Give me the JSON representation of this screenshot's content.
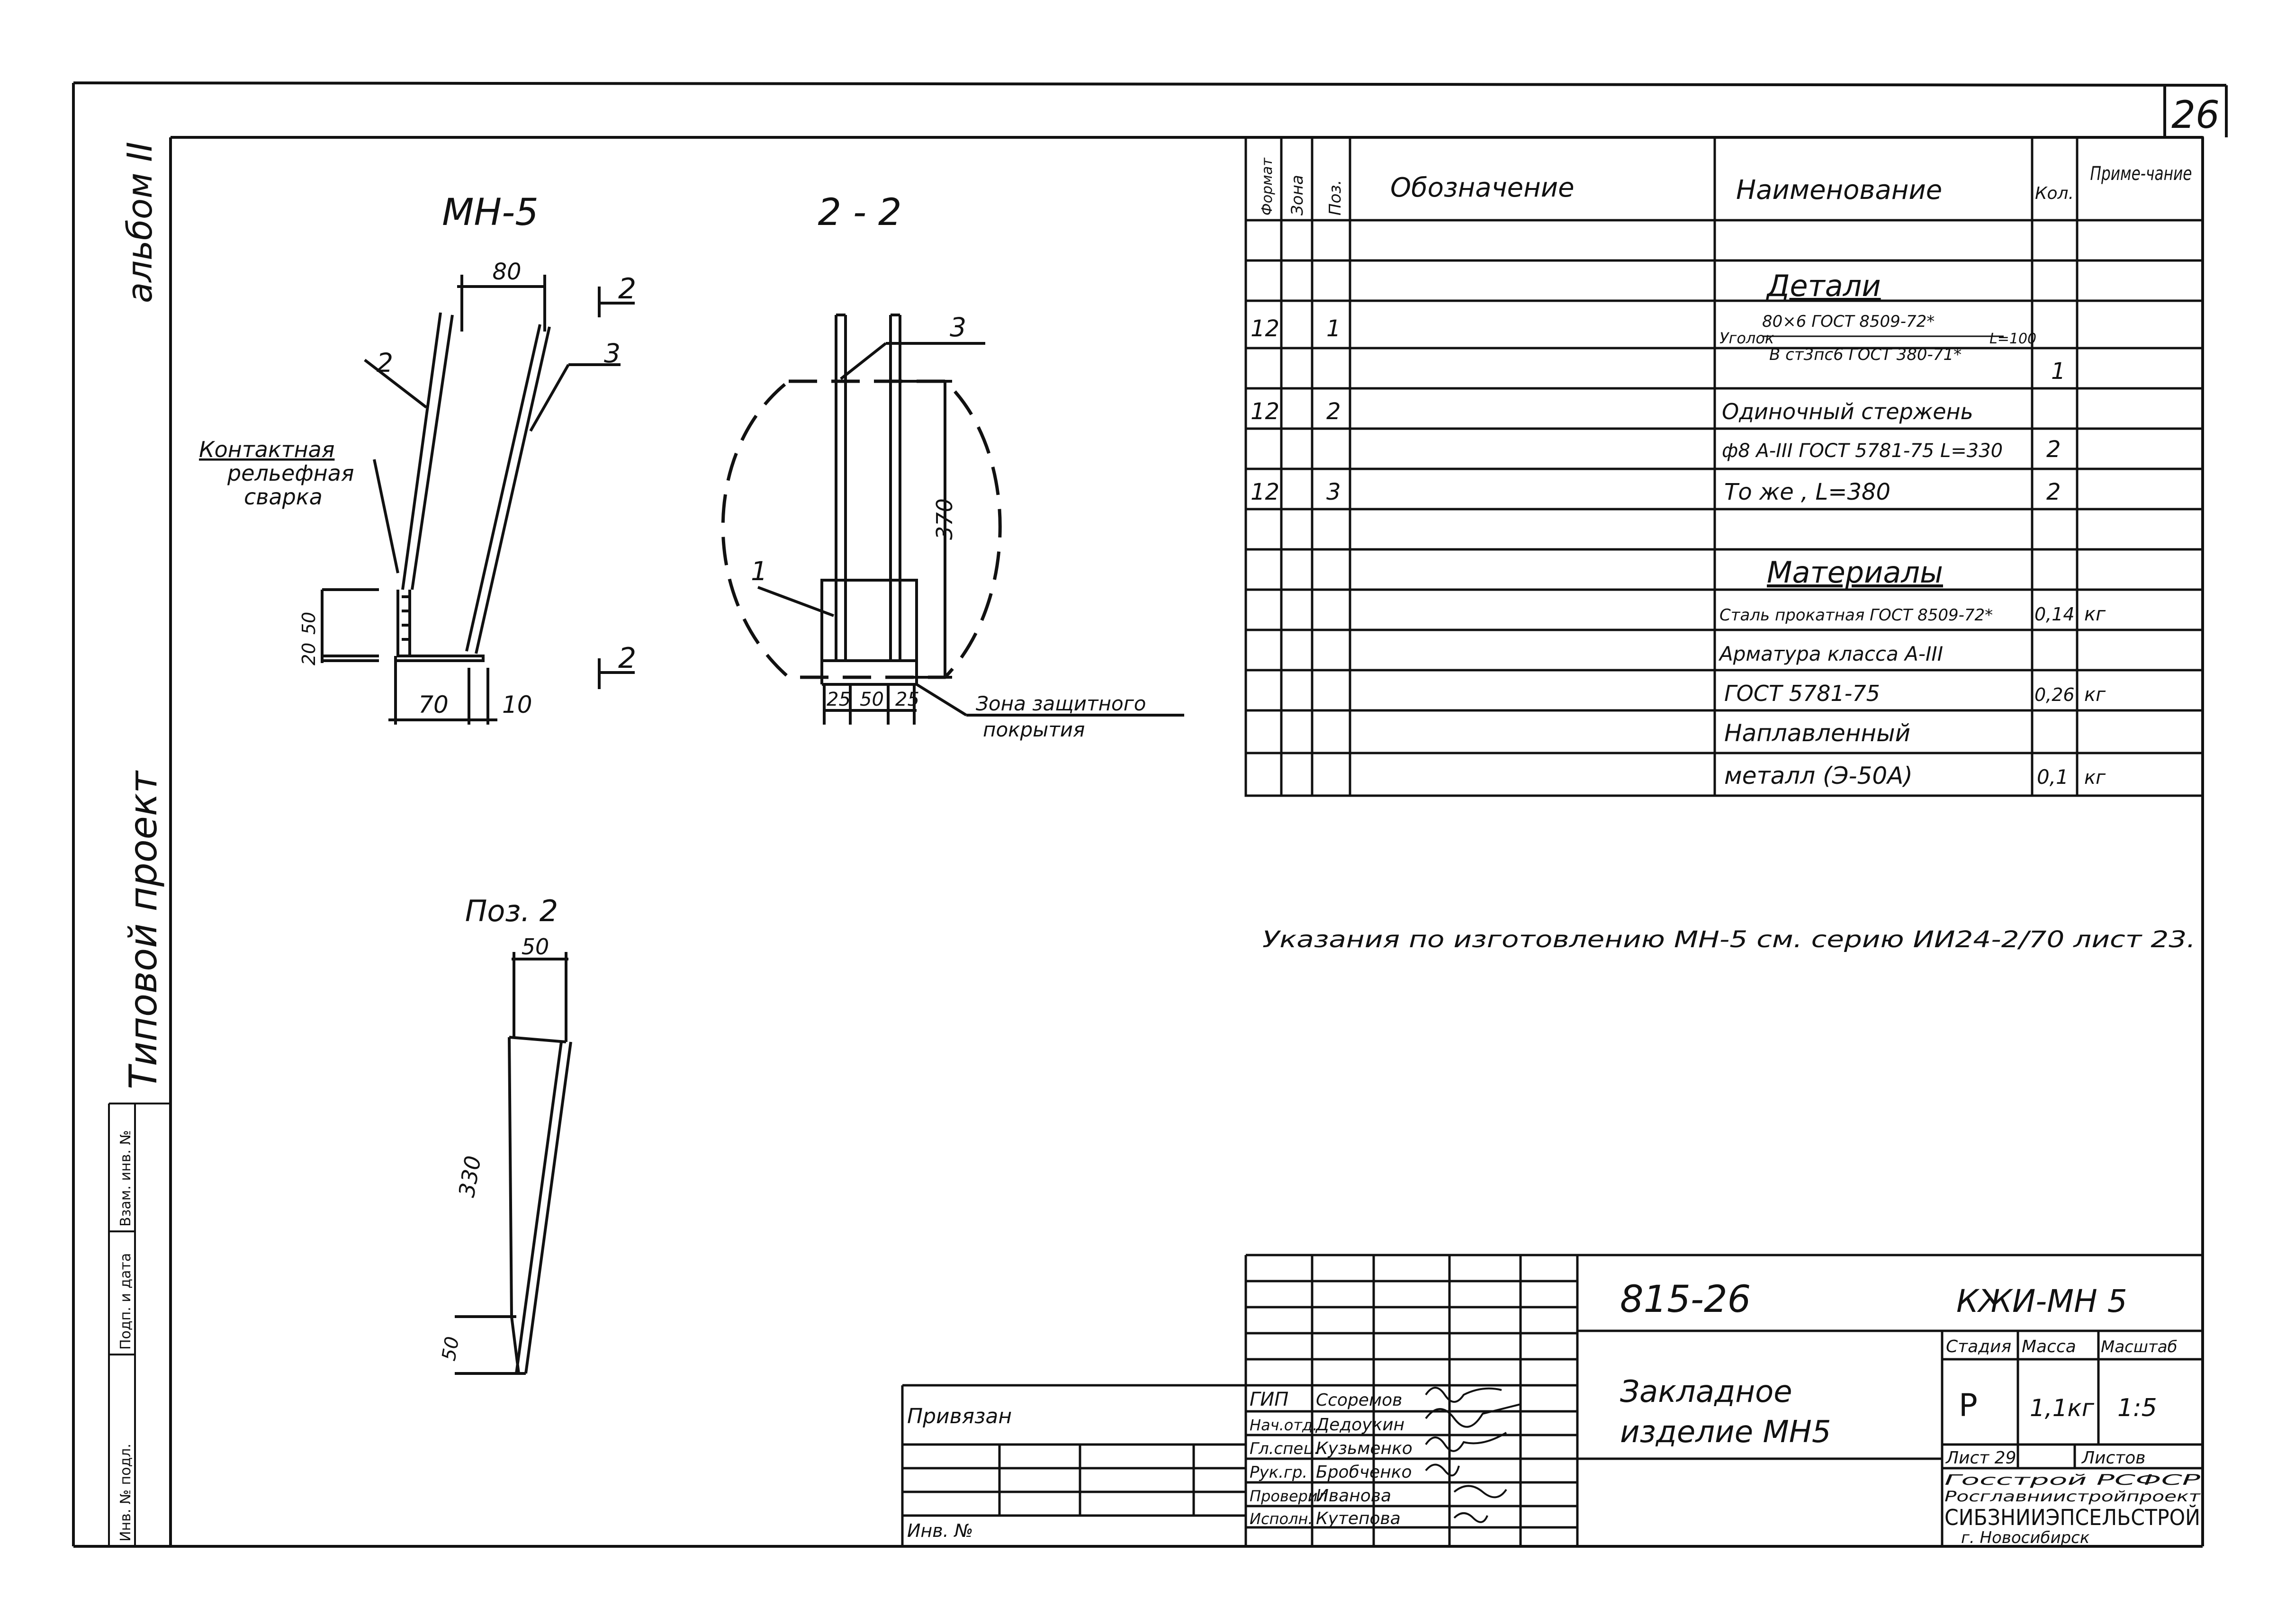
{
  "sheet_number": "26",
  "side_labels": {
    "album": "альбом II",
    "typical_project": "Типовой проект",
    "side_cells": [
      "Инв. № подл.",
      "Подп. и дата",
      "Взам. инв. №"
    ]
  },
  "drawings": {
    "mn5": {
      "title": "МН-5",
      "dims": {
        "d80": "80",
        "d70": "70",
        "d10": "10",
        "d20": "20",
        "d50": "50"
      },
      "pos_labels": {
        "p2": "2",
        "p3": "3"
      },
      "section_marks": {
        "top": "2",
        "bottom": "2"
      },
      "welding_note": [
        "Контактная",
        "рельефная",
        "сварка"
      ]
    },
    "section22": {
      "title": "2 - 2",
      "dims": {
        "d25a": "25",
        "d50": "50",
        "d25b": "25",
        "d370": "370"
      },
      "pos_labels": {
        "p1": "1",
        "p3": "3"
      },
      "zone_note": [
        "Зона защитного",
        "покрытия"
      ]
    },
    "pos2": {
      "title": "Поз. 2",
      "dims": {
        "d50top": "50",
        "d330": "330",
        "d50bot": "50"
      }
    }
  },
  "spec_table": {
    "headers": {
      "format": "Формат",
      "zone": "Зона",
      "pos": "Поз.",
      "designation": "Обозначение",
      "name": "Наименование",
      "qty": "Кол.",
      "note": "Приме-чание"
    },
    "section_parts": "Детали",
    "section_materials": "Материалы",
    "rows": [
      {
        "format": "12",
        "pos": "1",
        "name_top": "80×6 ГОСТ 8509-72*",
        "name_prefix": "Уголок",
        "name_suffix": "L=100",
        "name_bot": "В ст3пс6 ГОСТ 380-71*",
        "qty": "1"
      },
      {
        "format": "12",
        "pos": "2",
        "name": "Одиночный стержень",
        "qty": ""
      },
      {
        "format": "",
        "pos": "",
        "name": "ф8 А-III ГОСТ 5781-75 L=330",
        "qty": "2"
      },
      {
        "format": "12",
        "pos": "3",
        "name": "То же , L=380",
        "qty": "2"
      }
    ],
    "materials": [
      {
        "name": "Сталь прокатная ГОСТ 8509-72*",
        "qty": "0,14",
        "note": "кг"
      },
      {
        "name": "Арматура класса А-III",
        "qty": "",
        "note": ""
      },
      {
        "name": "ГОСТ 5781-75",
        "qty": "0,26",
        "note": "кг"
      },
      {
        "name": "Наплавленный",
        "qty": "",
        "note": ""
      },
      {
        "name": "металл (Э-50А)",
        "qty": "0,1",
        "note": "кг"
      }
    ]
  },
  "instruction": "Указания по изготовлению МН-5 см. серию ИИ24-2/70 лист 23.",
  "title_block": {
    "doc_code": "815-26",
    "mark": "КЖИ-МН 5",
    "product_name": [
      "Закладное",
      "изделие МН5"
    ],
    "stage_header": "Стадия",
    "mass_header": "Масса",
    "scale_header": "Масштаб",
    "stage": "Р",
    "mass": "1,1кг",
    "scale": "1:5",
    "sheet_label": "Лист 29",
    "sheets_label": "Листов",
    "org": [
      "Госстрой РСФСР",
      "Росглавниистройпроект",
      "СИБЗНИИЭПСЕЛЬСТРОЙ",
      "г. Новосибирск"
    ],
    "roles": [
      "ГИП",
      "Нач.отд.",
      "Гл.спец.",
      "Рук.гр.",
      "Проверил",
      "Исполн."
    ],
    "names": [
      "Ссоремов",
      "Дедоукин",
      "Кузьменко",
      "Бробченко",
      "Иванова",
      "Кутепова"
    ],
    "bound_label": "Привязан",
    "inv_label": "Инв. №"
  }
}
